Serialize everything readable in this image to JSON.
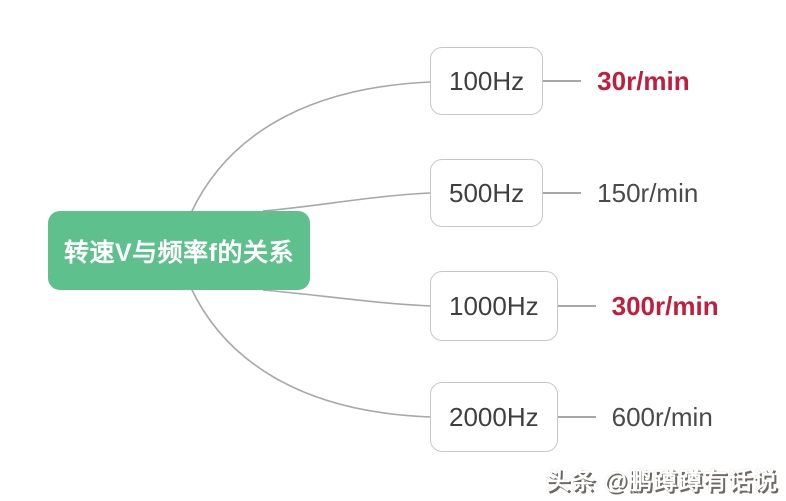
{
  "root": {
    "label": "转速V与频率f的关系"
  },
  "branches": [
    {
      "freq": "100Hz",
      "speed": "30r/min",
      "emphasis": true
    },
    {
      "freq": "500Hz",
      "speed": "150r/min",
      "emphasis": false
    },
    {
      "freq": "1000Hz",
      "speed": "300r/min",
      "emphasis": true
    },
    {
      "freq": "2000Hz",
      "speed": "600r/min",
      "emphasis": false
    }
  ],
  "watermark": {
    "prefix": "头条",
    "handle": "@鹏蹲蹲有话说"
  },
  "colors": {
    "root_bg": "#5ec08d",
    "root_text": "#ffffff",
    "emphasis_text": "#c11e3e",
    "normal_text": "#4a4a4a",
    "box_border": "#c7c7c7",
    "line": "#a8a8a8",
    "watermark_shadow": "#6e6862"
  }
}
